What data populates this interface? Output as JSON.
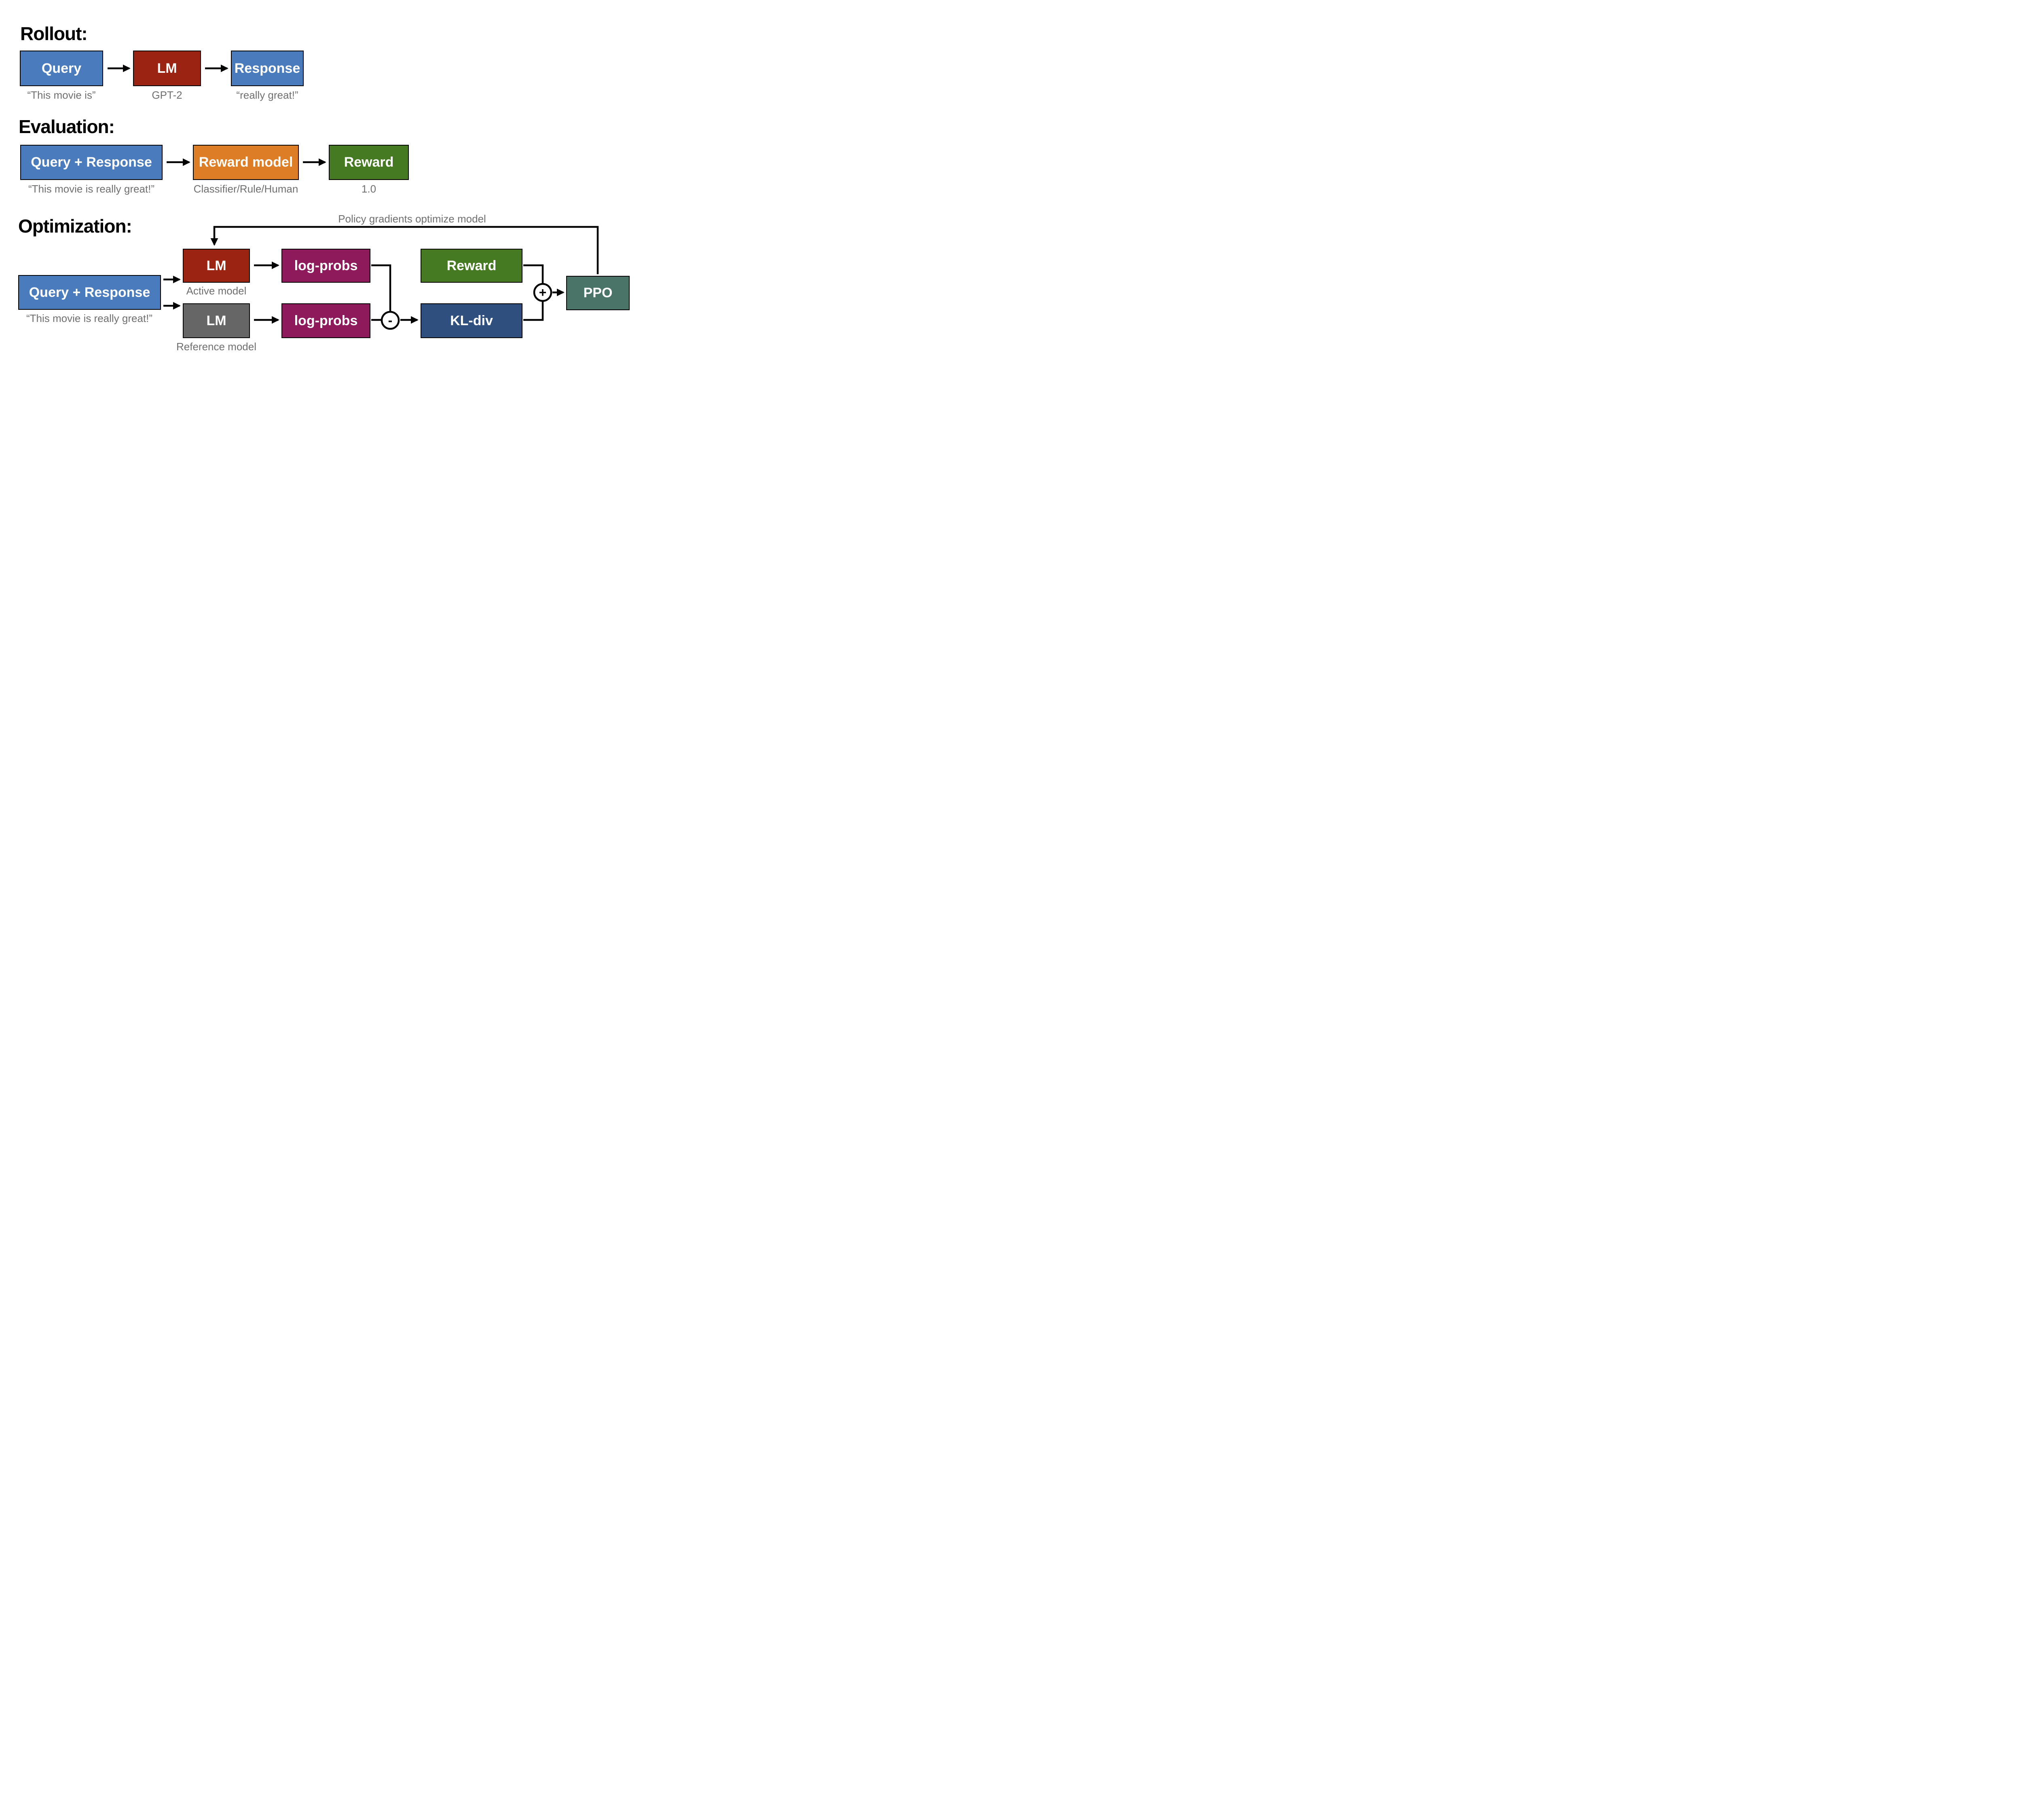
{
  "colors": {
    "blue": "#4a7bbc",
    "red": "#9a2312",
    "orange": "#dd7e26",
    "green": "#467a22",
    "purple": "#8e1a5c",
    "navy": "#2f4f7f",
    "gray": "#666666",
    "teal": "#4b7469",
    "caption_gray": "#6f6f6f",
    "wire_black": "#000000"
  },
  "rollout": {
    "heading": "Rollout:",
    "query": {
      "label": "Query",
      "caption": "“This movie is”"
    },
    "lm": {
      "label": "LM",
      "caption": "GPT-2"
    },
    "response": {
      "label": "Response",
      "caption": "“really great!”"
    }
  },
  "evaluation": {
    "heading": "Evaluation:",
    "query_response": {
      "label": "Query + Response",
      "caption": "“This movie is really great!”"
    },
    "reward_model": {
      "label": "Reward model",
      "caption": "Classifier/Rule/Human"
    },
    "reward": {
      "label": "Reward",
      "caption": "1.0"
    }
  },
  "optimization": {
    "heading": "Optimization:",
    "feedback_label": "Policy gradients optimize model",
    "query_response": {
      "label": "Query + Response",
      "caption": "“This movie is really great!”"
    },
    "active_lm": {
      "label": "LM",
      "caption": "Active model"
    },
    "reference_lm": {
      "label": "LM",
      "caption": "Reference model"
    },
    "logprobs_active": {
      "label": "log-probs"
    },
    "logprobs_reference": {
      "label": "log-probs"
    },
    "reward": {
      "label": "Reward"
    },
    "kl_div": {
      "label": "KL-div"
    },
    "ppo": {
      "label": "PPO"
    },
    "plus_sign": "+",
    "minus_sign": "-"
  }
}
